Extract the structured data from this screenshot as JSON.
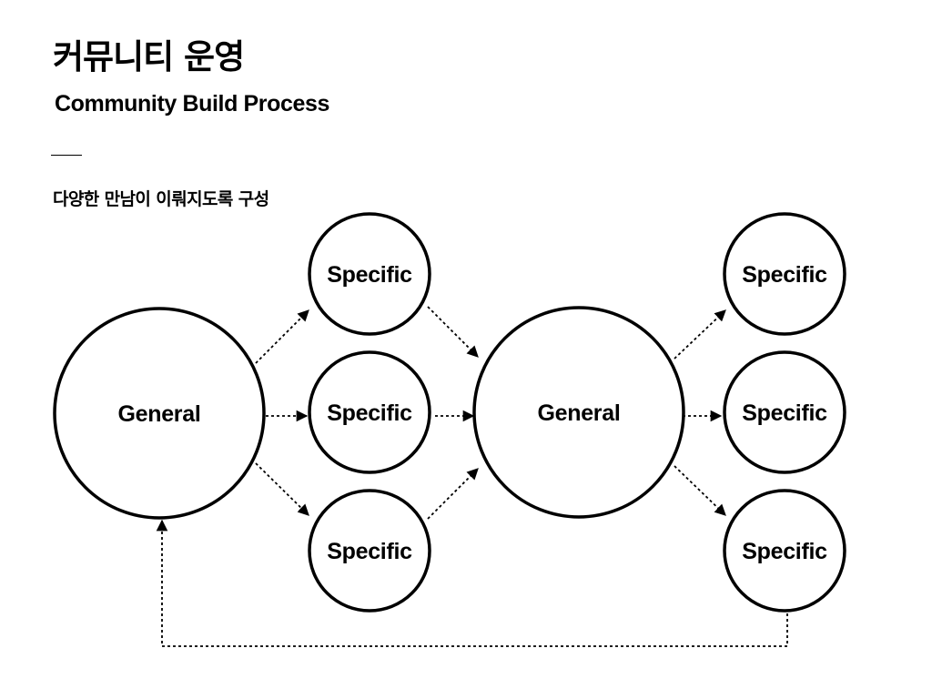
{
  "header": {
    "title": "커뮤니티 운영",
    "subtitle": "Community Build Process"
  },
  "caption": "다양한 만남이 이뤄지도록 구성",
  "diagram": {
    "nodes": [
      {
        "id": "general-1",
        "label": "General",
        "kind": "general"
      },
      {
        "id": "specific-1-top",
        "label": "Specific",
        "kind": "specific"
      },
      {
        "id": "specific-1-mid",
        "label": "Specific",
        "kind": "specific"
      },
      {
        "id": "specific-1-bot",
        "label": "Specific",
        "kind": "specific"
      },
      {
        "id": "general-2",
        "label": "General",
        "kind": "general"
      },
      {
        "id": "specific-2-top",
        "label": "Specific",
        "kind": "specific"
      },
      {
        "id": "specific-2-mid",
        "label": "Specific",
        "kind": "specific"
      },
      {
        "id": "specific-2-bot",
        "label": "Specific",
        "kind": "specific"
      }
    ],
    "edges": [
      {
        "from": "general-1",
        "to": "specific-1-top",
        "style": "dashed"
      },
      {
        "from": "general-1",
        "to": "specific-1-mid",
        "style": "dashed"
      },
      {
        "from": "general-1",
        "to": "specific-1-bot",
        "style": "dashed"
      },
      {
        "from": "specific-1-top",
        "to": "general-2",
        "style": "dashed"
      },
      {
        "from": "specific-1-mid",
        "to": "general-2",
        "style": "dashed"
      },
      {
        "from": "specific-1-bot",
        "to": "general-2",
        "style": "dashed"
      },
      {
        "from": "general-2",
        "to": "specific-2-top",
        "style": "dashed"
      },
      {
        "from": "general-2",
        "to": "specific-2-mid",
        "style": "dashed"
      },
      {
        "from": "general-2",
        "to": "specific-2-bot",
        "style": "dashed"
      },
      {
        "from": "specific-2-bot",
        "to": "general-1",
        "style": "dashed"
      }
    ],
    "colors": {
      "stroke": "#000000",
      "fill": "#ffffff"
    }
  }
}
